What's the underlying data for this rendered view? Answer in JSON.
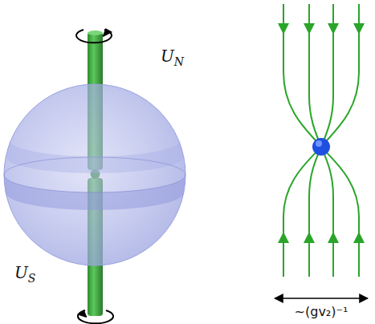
{
  "diagram": {
    "labels": [
      "UN",
      "US",
      "~(gv₂)⁻¹"
    ]
  }
}
